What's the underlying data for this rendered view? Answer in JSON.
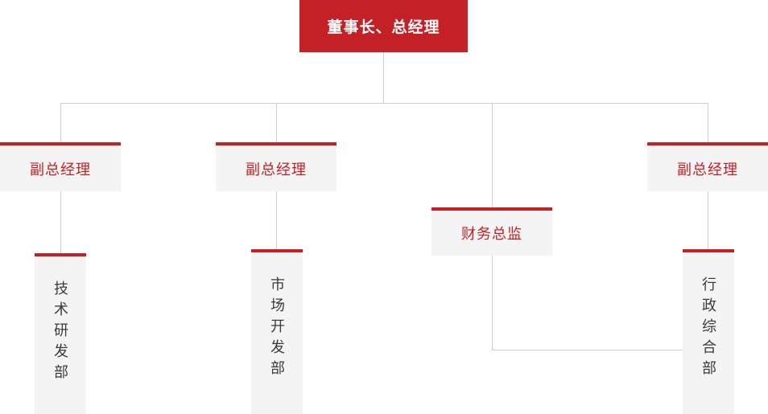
{
  "chart": {
    "title_node": {
      "label": "董事长、总经理",
      "bg": "#c42127",
      "text_color": "#ffffff"
    },
    "colors": {
      "accent_red": "#c42127",
      "box_bg": "#f4f4f4",
      "line": "#cfcfcf",
      "dept_text": "#3a3a3a"
    },
    "level2": [
      {
        "label": "副总经理"
      },
      {
        "label": "副总经理"
      },
      {
        "label": "财务总监"
      },
      {
        "label": "副总经理"
      }
    ],
    "level3": [
      {
        "label": "技术研发部"
      },
      {
        "label": "市场开发部"
      },
      {
        "label": "行政综合部"
      }
    ]
  }
}
